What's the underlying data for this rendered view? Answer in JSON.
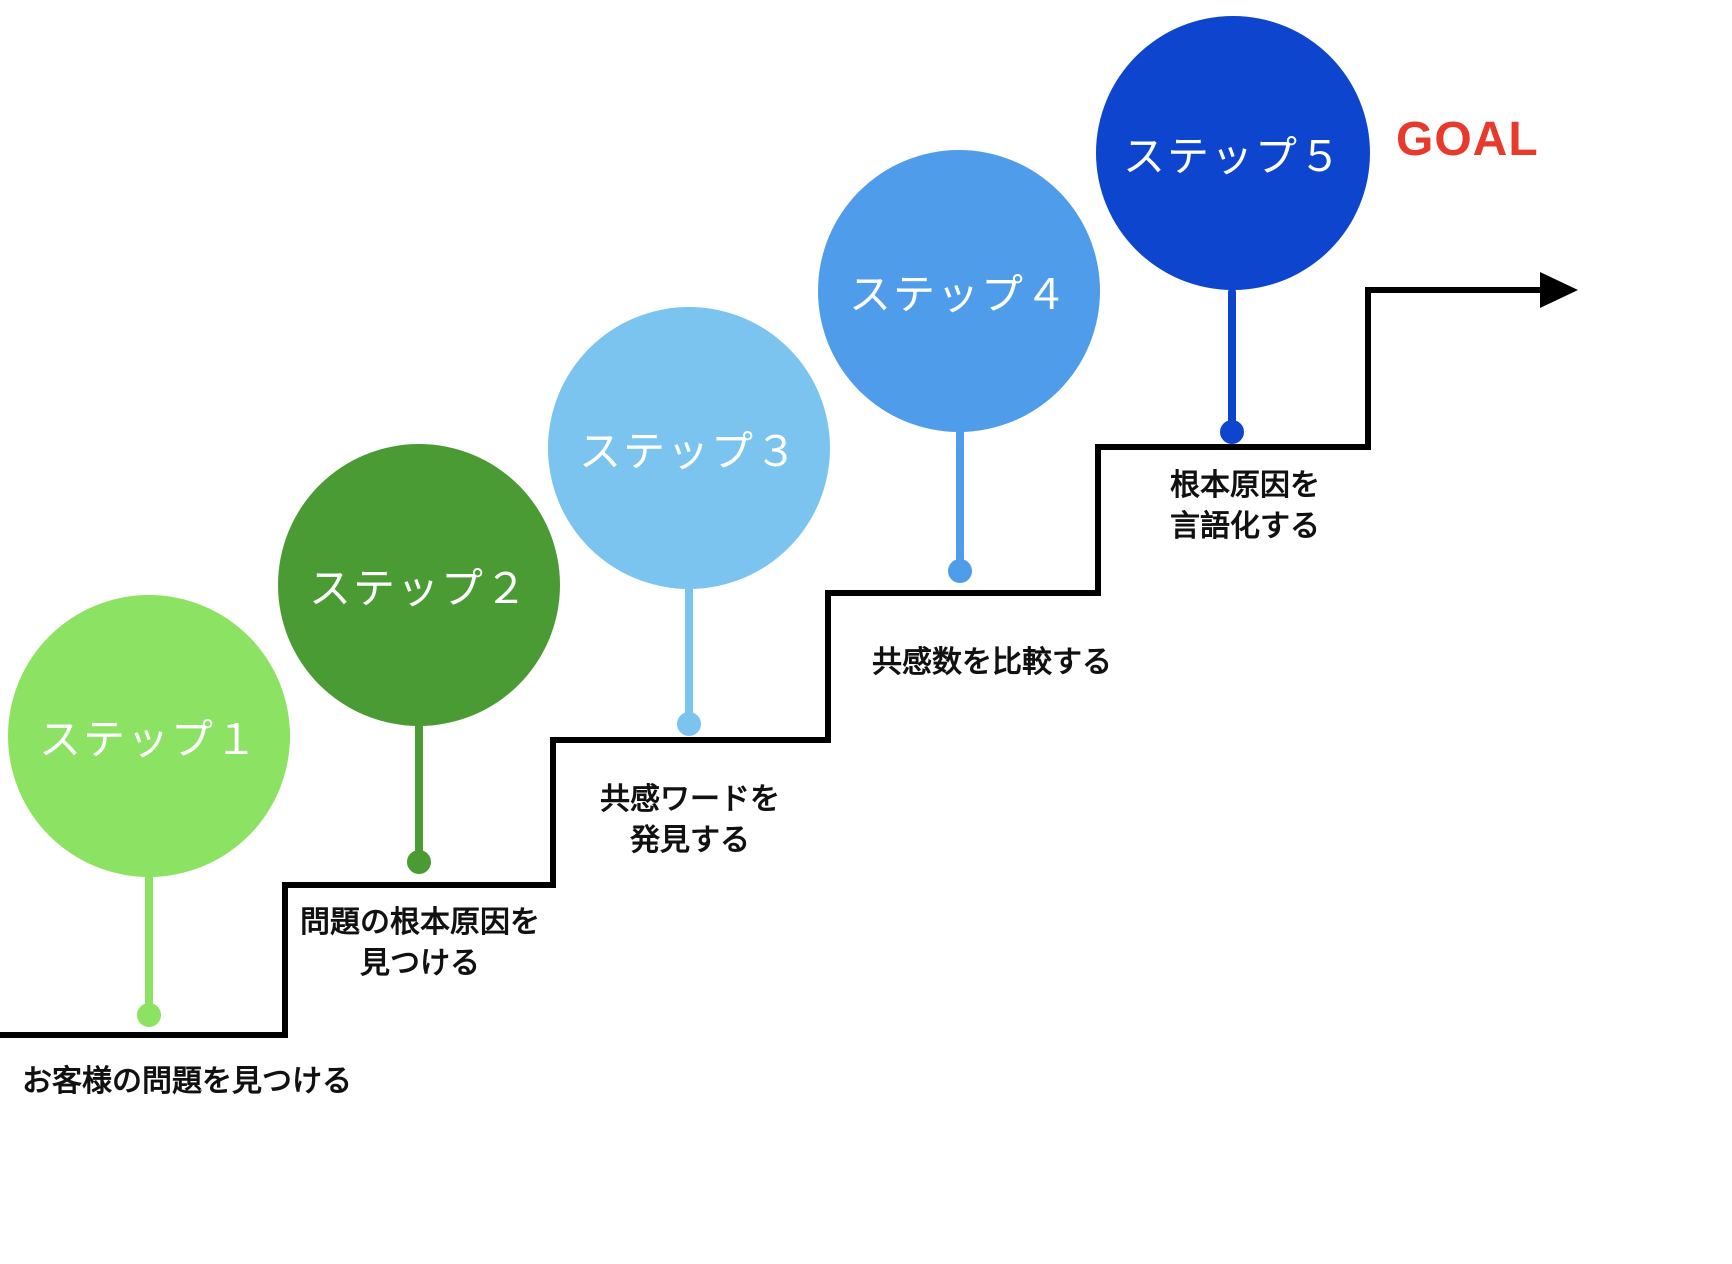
{
  "goal": {
    "label": "GOAL",
    "color": "#e8392d"
  },
  "line_color": "#000000",
  "steps": [
    {
      "label": "ステップ１",
      "description": "お客様の問題を見つける",
      "color": "#8ce263"
    },
    {
      "label": "ステップ２",
      "description": "問題の根本原因を\n見つける",
      "color": "#4a9b33"
    },
    {
      "label": "ステップ３",
      "description": "共感ワードを\n発見する",
      "color": "#7cc4f0"
    },
    {
      "label": "ステップ４",
      "description": "共感数を比較する",
      "color": "#4f9dea"
    },
    {
      "label": "ステップ５",
      "description": "根本原因を\n言語化する",
      "color": "#0e45cf"
    }
  ]
}
